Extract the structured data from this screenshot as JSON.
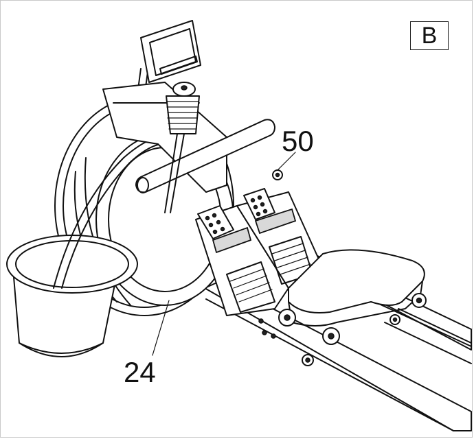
{
  "figure": {
    "panel_label": "B",
    "callouts": [
      {
        "id": "part-50",
        "label": "50"
      },
      {
        "id": "part-24",
        "label": "24"
      }
    ]
  },
  "colors": {
    "line": "#111111",
    "background": "#ffffff",
    "frame": "#c8c8c8"
  }
}
